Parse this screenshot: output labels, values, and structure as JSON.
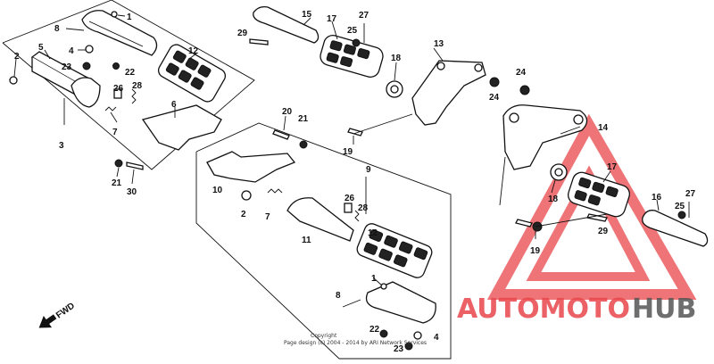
{
  "callouts": {
    "n1": "1",
    "n2": "2",
    "n3": "3",
    "n4": "4",
    "n5": "5",
    "n6": "6",
    "n7": "7",
    "n8": "8",
    "n9": "9",
    "n10": "10",
    "n11": "11",
    "n12": "12",
    "n13": "13",
    "n14": "14",
    "n15": "15",
    "n16": "16",
    "n17": "17",
    "n18": "18",
    "n19": "19",
    "n20": "20",
    "n21": "21",
    "n22": "22",
    "n23": "23",
    "n24": "24",
    "n25": "25",
    "n26": "26",
    "n27": "27",
    "n28": "28",
    "n29": "29",
    "n30": "30"
  },
  "direction_label": "FWD",
  "copyright": {
    "line1": "Copyright",
    "line2": "Page design (c) 2004 - 2014 by ARI Network Services"
  },
  "watermark": {
    "part1": "AUTOMOTO",
    "part2": "HUB",
    "color_primary": "#e8454a",
    "color_secondary": "#555555"
  }
}
